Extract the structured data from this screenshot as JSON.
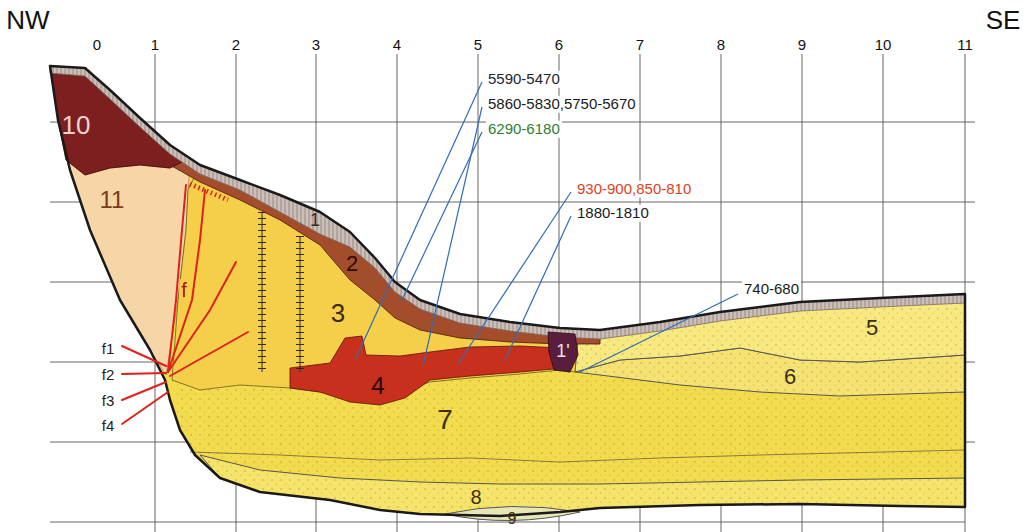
{
  "diagram": {
    "labels": [
      "NW",
      "SE",
      "0",
      "1",
      "2",
      "3",
      "4",
      "5",
      "6",
      "7",
      "8",
      "9",
      "10",
      "11",
      "10",
      "11",
      "1",
      "2",
      "3",
      "f",
      "f1",
      "f2",
      "f3",
      "f4",
      "4",
      "1'",
      "5",
      "6",
      "7",
      "8",
      "9",
      "5590-5470",
      "5860-5830,5750-5670",
      "6290-6180",
      "930-900,850-810",
      "1880-1810",
      "740-680"
    ]
  }
}
